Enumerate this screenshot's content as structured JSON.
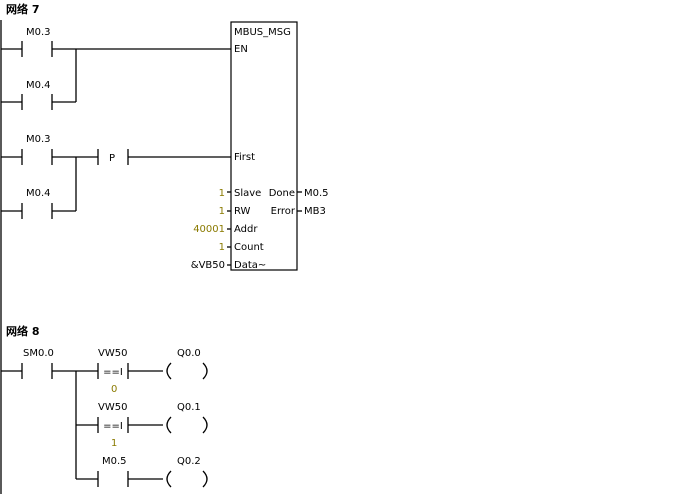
{
  "networks": [
    {
      "title": "网络 7"
    },
    {
      "title": "网络 8"
    }
  ],
  "net7": {
    "contacts": {
      "m03_a": "M0.3",
      "m04_a": "M0.4",
      "m03_b": "M0.3",
      "m04_b": "M0.4"
    },
    "p_label": "P",
    "block": {
      "title": "MBUS_MSG",
      "inputs": {
        "en": "EN",
        "first": "First",
        "slave": "Slave",
        "rw": "RW",
        "addr": "Addr",
        "count": "Count",
        "data": "Data~"
      },
      "outputs": {
        "done": "Done",
        "error": "Error"
      },
      "input_values": {
        "slave": "1",
        "rw": "1",
        "addr": "40001",
        "count": "1",
        "data": "&VB50"
      },
      "output_values": {
        "done": "M0.5",
        "error": "MB3"
      }
    }
  },
  "net8": {
    "contact_sm": "SM0.0",
    "compare1": {
      "var": "VW50",
      "op": "==I",
      "value": "0"
    },
    "compare2": {
      "var": "VW50",
      "op": "==I",
      "value": "1"
    },
    "contact_m05": "M0.5",
    "coils": {
      "q00": "Q0.0",
      "q01": "Q0.1",
      "q02": "Q0.2"
    }
  },
  "colors": {
    "wire": "#000000",
    "param": "#8a7a00"
  }
}
